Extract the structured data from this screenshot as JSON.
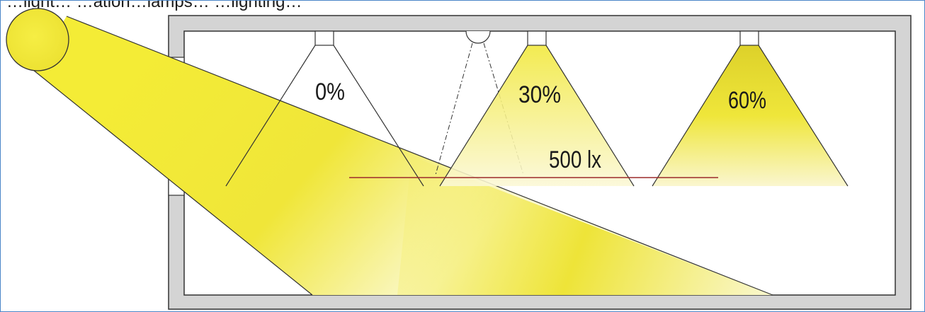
{
  "caption": "…light… …ation…lamps… …lighting…",
  "labels": {
    "lamp1": "0%",
    "lamp2": "30%",
    "lamp3": "60%",
    "workplane": "500 lx"
  },
  "colors": {
    "wall": "#d4d4d4",
    "outline": "#333333",
    "sun": "#f2ea3c",
    "light": "#f6ee3a",
    "workplane_line": "#9c2a2a"
  }
}
